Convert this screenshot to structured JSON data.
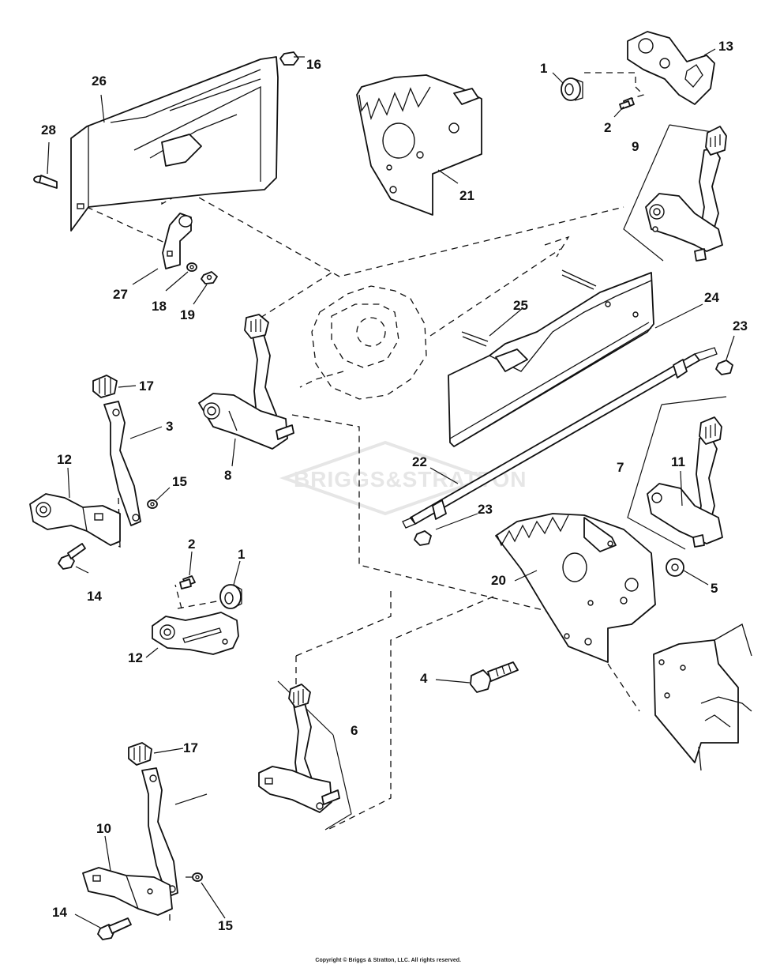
{
  "watermark": "BRIGGS&STRATTON",
  "copyright": "Copyright © Briggs & Stratton, LLC. All rights reserved.",
  "callouts": [
    {
      "id": "c1a",
      "text": "1"
    },
    {
      "id": "c2a",
      "text": "2"
    },
    {
      "id": "c13",
      "text": "13"
    },
    {
      "id": "c16",
      "text": "16"
    },
    {
      "id": "c26",
      "text": "26"
    },
    {
      "id": "c28",
      "text": "28"
    },
    {
      "id": "c21",
      "text": "21"
    },
    {
      "id": "c9",
      "text": "9"
    },
    {
      "id": "c27",
      "text": "27"
    },
    {
      "id": "c18",
      "text": "18"
    },
    {
      "id": "c19",
      "text": "19"
    },
    {
      "id": "c25",
      "text": "25"
    },
    {
      "id": "c24",
      "text": "24"
    },
    {
      "id": "c23a",
      "text": "23"
    },
    {
      "id": "c17a",
      "text": "17"
    },
    {
      "id": "c3",
      "text": "3"
    },
    {
      "id": "c12a",
      "text": "12"
    },
    {
      "id": "c15a",
      "text": "15"
    },
    {
      "id": "c14a",
      "text": "14"
    },
    {
      "id": "c8",
      "text": "8"
    },
    {
      "id": "c22",
      "text": "22"
    },
    {
      "id": "c23b",
      "text": "23"
    },
    {
      "id": "c7",
      "text": "7"
    },
    {
      "id": "c11",
      "text": "11"
    },
    {
      "id": "c20",
      "text": "20"
    },
    {
      "id": "c5",
      "text": "5"
    },
    {
      "id": "c2b",
      "text": "2"
    },
    {
      "id": "c1b",
      "text": "1"
    },
    {
      "id": "c12b",
      "text": "12"
    },
    {
      "id": "c4",
      "text": "4"
    },
    {
      "id": "c6",
      "text": "6"
    },
    {
      "id": "c17b",
      "text": "17"
    },
    {
      "id": "c10",
      "text": "10"
    },
    {
      "id": "c14b",
      "text": "14"
    },
    {
      "id": "c15b",
      "text": "15"
    }
  ]
}
